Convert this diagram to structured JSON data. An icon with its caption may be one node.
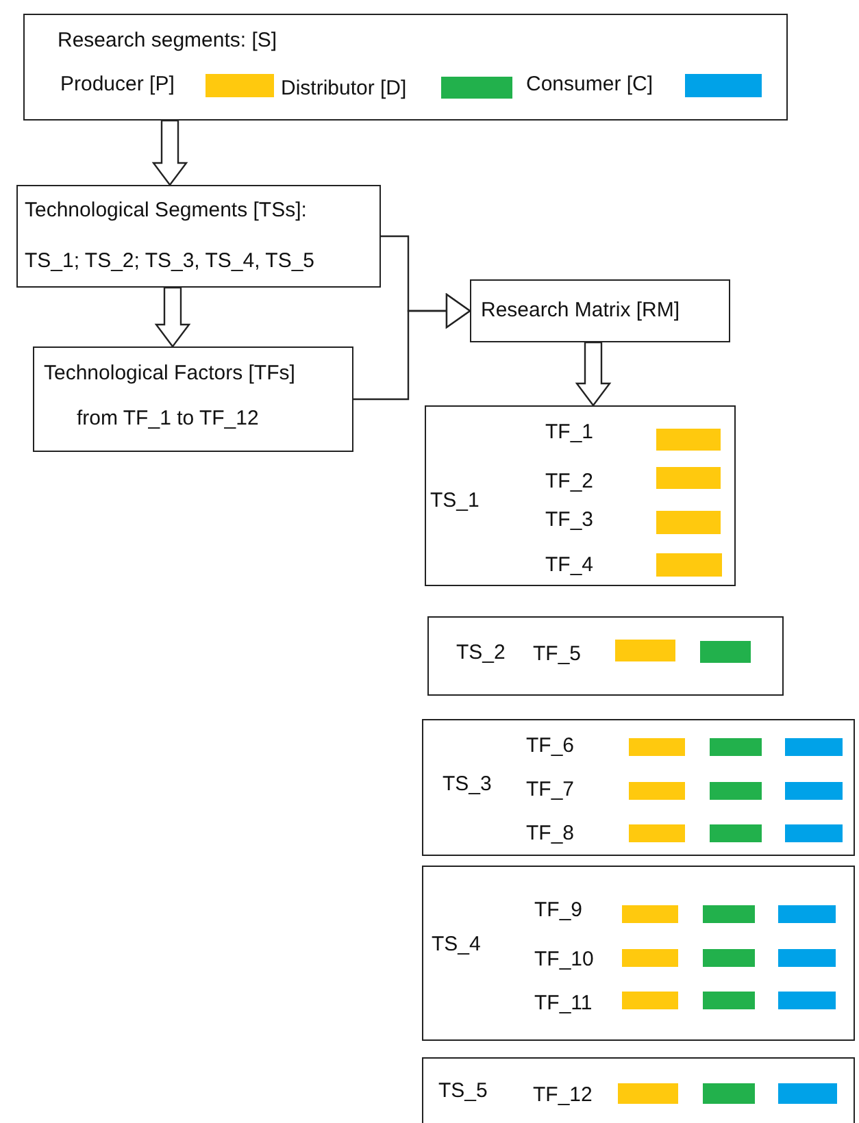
{
  "diagram": {
    "nodes": [
      {
        "text": [
          "Research segments:  [S]"
        ]
      },
      {
        "text": [
          "Technological Segments  [TSs]:",
          "TS_1; TS_2; TS_3, TS_4, TS_5"
        ]
      },
      {
        "text": [
          "Technological Factors [TFs]",
          "from TF_1 to TF_12"
        ]
      },
      {
        "text": [
          "Research Matrix [RM]"
        ]
      },
      {
        "text": [
          "TS_1"
        ]
      },
      {
        "text": [
          "TF_1"
        ],
        "in": 4
      },
      {
        "text": [],
        "shape": "bar",
        "in": 4
      },
      {
        "text": [
          "TF_2"
        ],
        "in": 4
      },
      {
        "text": [],
        "shape": "bar",
        "in": 4
      },
      {
        "text": [
          "TF_3"
        ],
        "in": 4
      },
      {
        "text": [],
        "shape": "bar",
        "in": 4
      },
      {
        "text": [
          "TF_4"
        ],
        "in": 4
      },
      {
        "text": [],
        "shape": "bar",
        "in": 4
      },
      {
        "text": [
          "TS_2"
        ]
      },
      {
        "text": [
          "TF_5"
        ],
        "in": 13
      },
      {
        "text": [],
        "shape": "bar",
        "in": 13
      },
      {
        "text": [],
        "shape": "bar",
        "in": 13
      },
      {
        "text": [
          "TS_3"
        ]
      },
      {
        "text": [
          "TF_6"
        ],
        "in": 17
      },
      {
        "text": [],
        "shape": "bar",
        "in": 17
      },
      {
        "text": [],
        "shape": "bar",
        "in": 17
      },
      {
        "text": [],
        "shape": "bar",
        "in": 17
      },
      {
        "text": [
          "TF_7"
        ],
        "in": 17
      },
      {
        "text": [],
        "shape": "bar",
        "in": 17
      },
      {
        "text": [],
        "shape": "bar",
        "in": 17
      },
      {
        "text": [],
        "shape": "bar",
        "in": 17
      },
      {
        "text": [
          "TF_8"
        ],
        "in": 17
      },
      {
        "text": [],
        "shape": "bar",
        "in": 17
      },
      {
        "text": [],
        "shape": "bar",
        "in": 17
      },
      {
        "text": [],
        "shape": "bar",
        "in": 17
      },
      {
        "text": [
          "TS_4"
        ]
      },
      {
        "text": [
          "TF_9"
        ],
        "in": 30
      },
      {
        "text": [],
        "shape": "bar",
        "in": 30
      },
      {
        "text": [],
        "shape": "bar",
        "in": 30
      },
      {
        "text": [],
        "shape": "bar",
        "in": 30
      },
      {
        "text": [
          "TF_10"
        ],
        "in": 30
      },
      {
        "text": [],
        "shape": "bar",
        "in": 30
      },
      {
        "text": [],
        "shape": "bar",
        "in": 30
      },
      {
        "text": [],
        "shape": "bar",
        "in": 30
      },
      {
        "text": [
          "TF_11"
        ],
        "in": 30
      },
      {
        "text": [],
        "shape": "bar",
        "in": 30
      },
      {
        "text": [],
        "shape": "bar",
        "in": 30
      },
      {
        "text": [],
        "shape": "bar",
        "in": 30
      },
      {
        "text": [
          "TS_5"
        ]
      },
      {
        "text": [
          "TF_12"
        ],
        "in": 43
      },
      {
        "text": [],
        "shape": "bar",
        "in": 43
      },
      {
        "text": [],
        "shape": "bar",
        "in": 43
      },
      {
        "text": [],
        "shape": "bar",
        "in": 43
      }
    ],
    "edges": [
      {
        "from": 0,
        "to": 1,
        "arrow": "to"
      },
      {
        "from": 1,
        "to": 2,
        "arrow": "to"
      },
      {
        "from": 1,
        "to": 3,
        "arrow": "to"
      },
      {
        "from": 2,
        "to": 3,
        "arrow": "to"
      },
      {
        "from": 3,
        "to": 4,
        "arrow": "to"
      }
    ],
    "legend": [
      {
        "text": "Producer [P]",
        "color": "#ffc90e"
      },
      {
        "text": "Distributor [D]",
        "color": "#22b14c"
      },
      {
        "text": "Consumer [C]",
        "color": "#00a2e8"
      }
    ]
  }
}
